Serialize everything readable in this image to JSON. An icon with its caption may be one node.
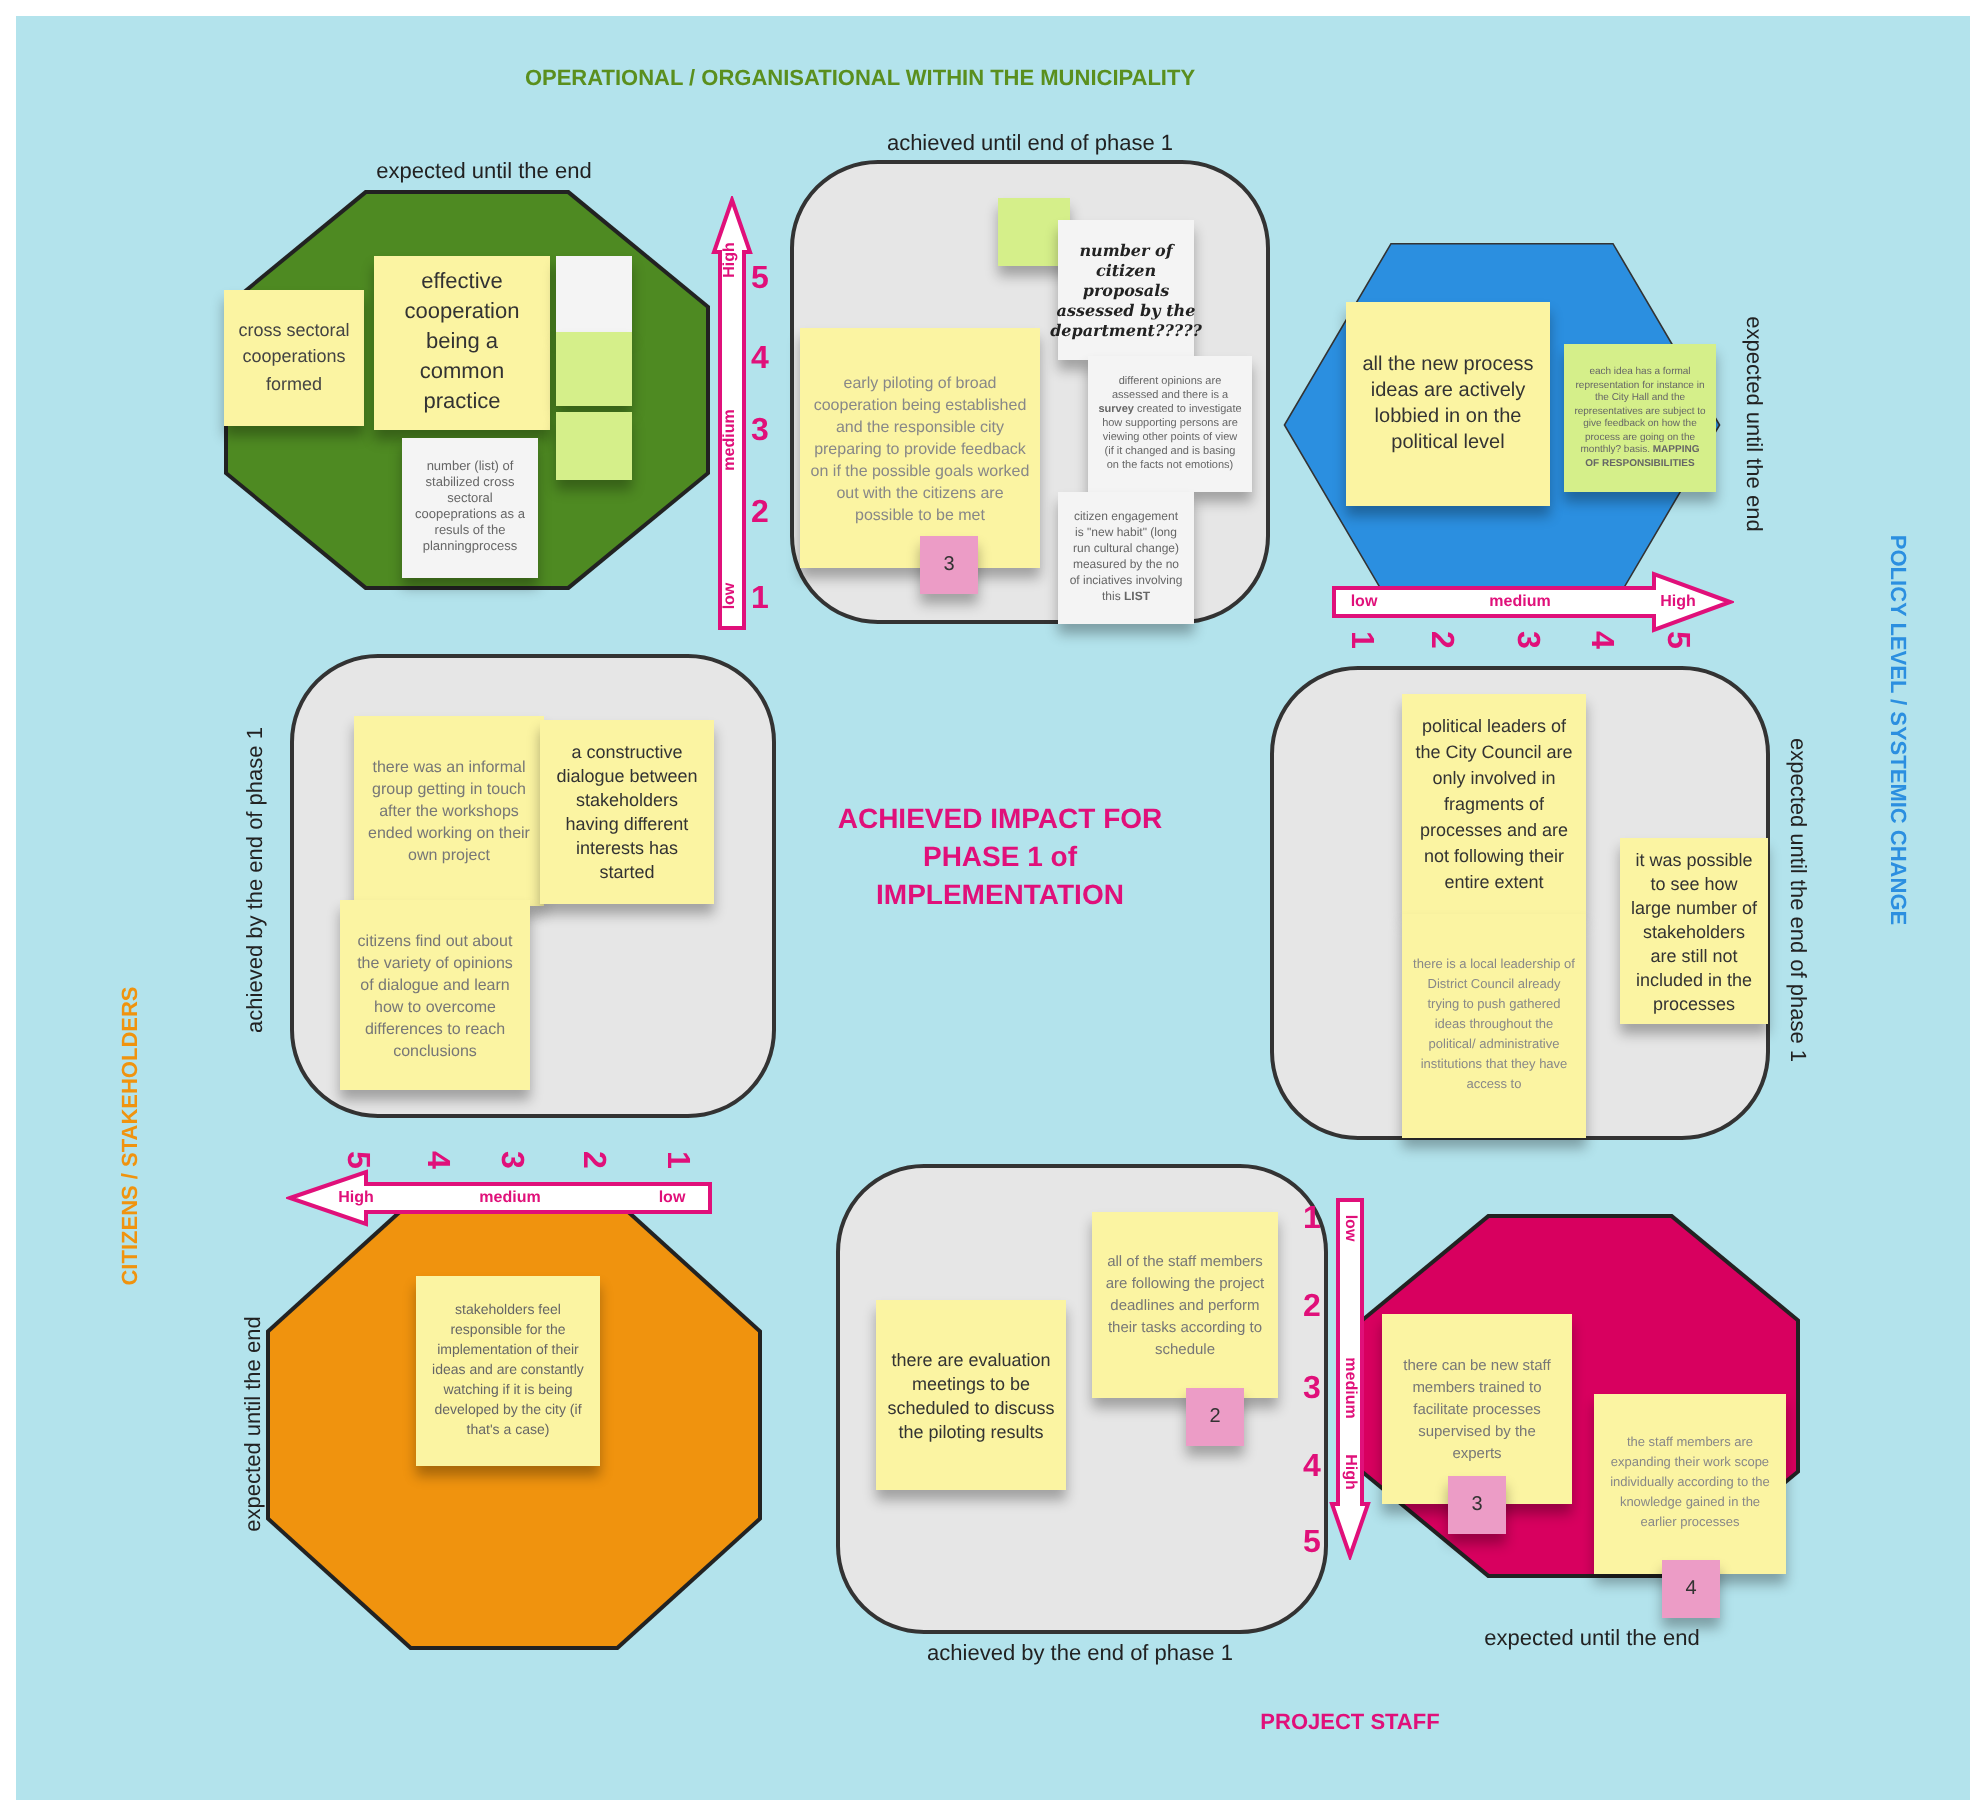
{
  "diagram": {
    "title": "ACHIEVED IMPACT FOR PHASE 1 of IMPLEMENTATION",
    "nodes": [
      {
        "text": [],
        "shape": "octagon",
        "beside": [
          "expected until the end"
        ]
      },
      {
        "text": [
          "cross sectoral cooperations formed"
        ],
        "in": 0
      },
      {
        "text": [
          "effective cooperation being a common practice"
        ],
        "in": 0
      },
      {
        "text": [],
        "shape": "box",
        "in": 0
      },
      {
        "text": [],
        "shape": "box",
        "in": 0
      },
      {
        "text": [],
        "shape": "box",
        "in": 0
      },
      {
        "text": [
          "number (list) of stabilized cross sectoral coopeprations as a resuls of the planningprocess"
        ],
        "in": 0
      },
      {
        "text": [],
        "shape": "box",
        "beside": [
          "achieved until end of phase 1"
        ]
      },
      {
        "text": [],
        "shape": "box",
        "in": 7
      },
      {
        "text": [
          "number of citizen proposals assessed by the department?????"
        ],
        "in": 7
      },
      {
        "text": [
          "early piloting of broad cooperation being established and the responsible city preparing to provide feedback on if the possible goals worked out with the citizens are possible to be met"
        ],
        "in": 7
      },
      {
        "text": [
          "3"
        ],
        "in": 7
      },
      {
        "text": [
          "different opinions are assessed and there is a **survey** created to investigate how supporting persons are viewing other points of view (if it changed and is basing on the facts not emotions)"
        ],
        "in": 7
      },
      {
        "text": [
          "citizen engagement is \"new habit\" (long run cultural change) measured by the no of inciatives involving this **LIST**"
        ],
        "in": 7
      },
      {
        "text": [],
        "shape": "hexagon",
        "beside": [
          "expected until the end"
        ]
      },
      {
        "text": [
          "all the new process ideas are actively lobbied in on the political level"
        ],
        "in": 14
      },
      {
        "text": [
          "each idea has a formal representation for instance in the City Hall and the representatives are subject to give feedback on how the process are going on the monthly? basis. **MAPPING OF RESPONSIBILITIES**"
        ],
        "in": 14
      },
      {
        "text": [],
        "shape": "box",
        "beside": [
          "achieved by the end of phase 1"
        ]
      },
      {
        "text": [
          "there was an informal group getting in touch after the workshops ended working on their own project"
        ],
        "in": 17
      },
      {
        "text": [
          "a constructive dialogue between stakeholders having different interests has started"
        ],
        "in": 17
      },
      {
        "text": [
          "citizens find out about the variety of opinions of dialogue and learn how to overcome differences to reach conclusions"
        ],
        "in": 17
      },
      {
        "text": [],
        "shape": "box",
        "beside": [
          "expected until the end of phase 1"
        ]
      },
      {
        "text": [
          "political leaders of the City Council are only involved in fragments of processes and are not following their entire extent"
        ],
        "in": 21
      },
      {
        "text": [
          "there is a local leadership of District Council already trying to push gathered ideas throughout the political/ administrative institutions that they have access to"
        ],
        "in": 21
      },
      {
        "text": [
          "it was possible to see how large number of stakeholders are still not included in the processes"
        ],
        "in": 21
      },
      {
        "text": [],
        "shape": "octagon",
        "beside": [
          "expected until the end"
        ]
      },
      {
        "text": [
          "stakeholders feel responsible for the implementation of their ideas and are constantly watching if it is being developed by the city (if that's a case)"
        ],
        "in": 25
      },
      {
        "text": [],
        "shape": "box",
        "beside": [
          "achieved by the end of phase 1"
        ]
      },
      {
        "text": [
          "there are evaluation meetings to be scheduled to discuss the piloting results"
        ],
        "in": 27
      },
      {
        "text": [
          "all of the staff members are following the project deadlines and perform their tasks according to schedule"
        ],
        "in": 27
      },
      {
        "text": [
          "2"
        ],
        "in": 27
      },
      {
        "text": [],
        "shape": "octagon"
      },
      {
        "text": [
          "there can be new staff members trained to facilitate processes supervised by the experts"
        ],
        "in": 31
      },
      {
        "text": [
          "3"
        ],
        "in": 31
      },
      {
        "text": [
          "the staff members are expanding their work scope individually according to the knowledge gained in the earlier processes"
        ],
        "in": 31
      },
      {
        "text": [
          "4"
        ]
      }
    ],
    "labels": [
      "OPERATIONAL / ORGANISATIONAL WITHIN THE MUNICIPALITY",
      "High",
      "medium",
      "low",
      "5",
      "4",
      "3",
      "2",
      "1",
      "low",
      "medium",
      "High",
      "1",
      "2",
      "3",
      "4",
      "5",
      "POLICY LEVEL / SYSTEMIC CHANGE",
      "CITIZENS / STAKEHOLDERS",
      "5",
      "4",
      "3",
      "2",
      "1",
      "High",
      "medium",
      "low",
      "1",
      "2",
      "3",
      "4",
      "5",
      "low",
      "medium",
      "High",
      "expected until the end",
      "PROJECT STAFF"
    ]
  }
}
